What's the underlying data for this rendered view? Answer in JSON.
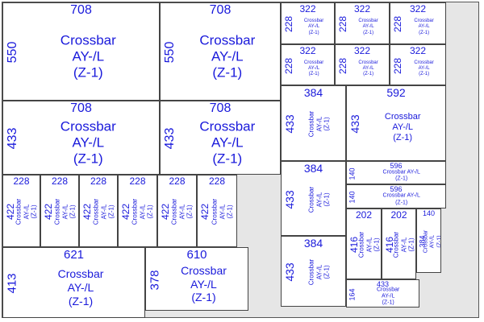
{
  "label_line1": "Crossbar AY-/L",
  "label_line2": "(Z-1)",
  "pieces": [
    {
      "w": "708",
      "h": "550"
    },
    {
      "w": "708",
      "h": "550"
    },
    {
      "w": "322",
      "h": "228"
    },
    {
      "w": "322",
      "h": "228"
    },
    {
      "w": "322",
      "h": "228"
    },
    {
      "w": "322",
      "h": "228"
    },
    {
      "w": "322",
      "h": "228"
    },
    {
      "w": "322",
      "h": "228"
    },
    {
      "w": "708",
      "h": "433"
    },
    {
      "w": "708",
      "h": "433"
    },
    {
      "w": "384",
      "h": "433"
    },
    {
      "w": "592",
      "h": "433"
    },
    {
      "w": "228",
      "h": "422"
    },
    {
      "w": "228",
      "h": "422"
    },
    {
      "w": "228",
      "h": "422"
    },
    {
      "w": "228",
      "h": "422"
    },
    {
      "w": "228",
      "h": "422"
    },
    {
      "w": "228",
      "h": "422"
    },
    {
      "w": "384",
      "h": "433"
    },
    {
      "w": "596",
      "h": "140"
    },
    {
      "w": "596",
      "h": "140"
    },
    {
      "w": "202",
      "h": "416"
    },
    {
      "w": "202",
      "h": "416"
    },
    {
      "w": "140",
      "h": "384"
    },
    {
      "w": "621",
      "h": "413"
    },
    {
      "w": "610",
      "h": "378"
    },
    {
      "w": "384",
      "h": "433"
    },
    {
      "w": "433",
      "h": "164"
    }
  ]
}
